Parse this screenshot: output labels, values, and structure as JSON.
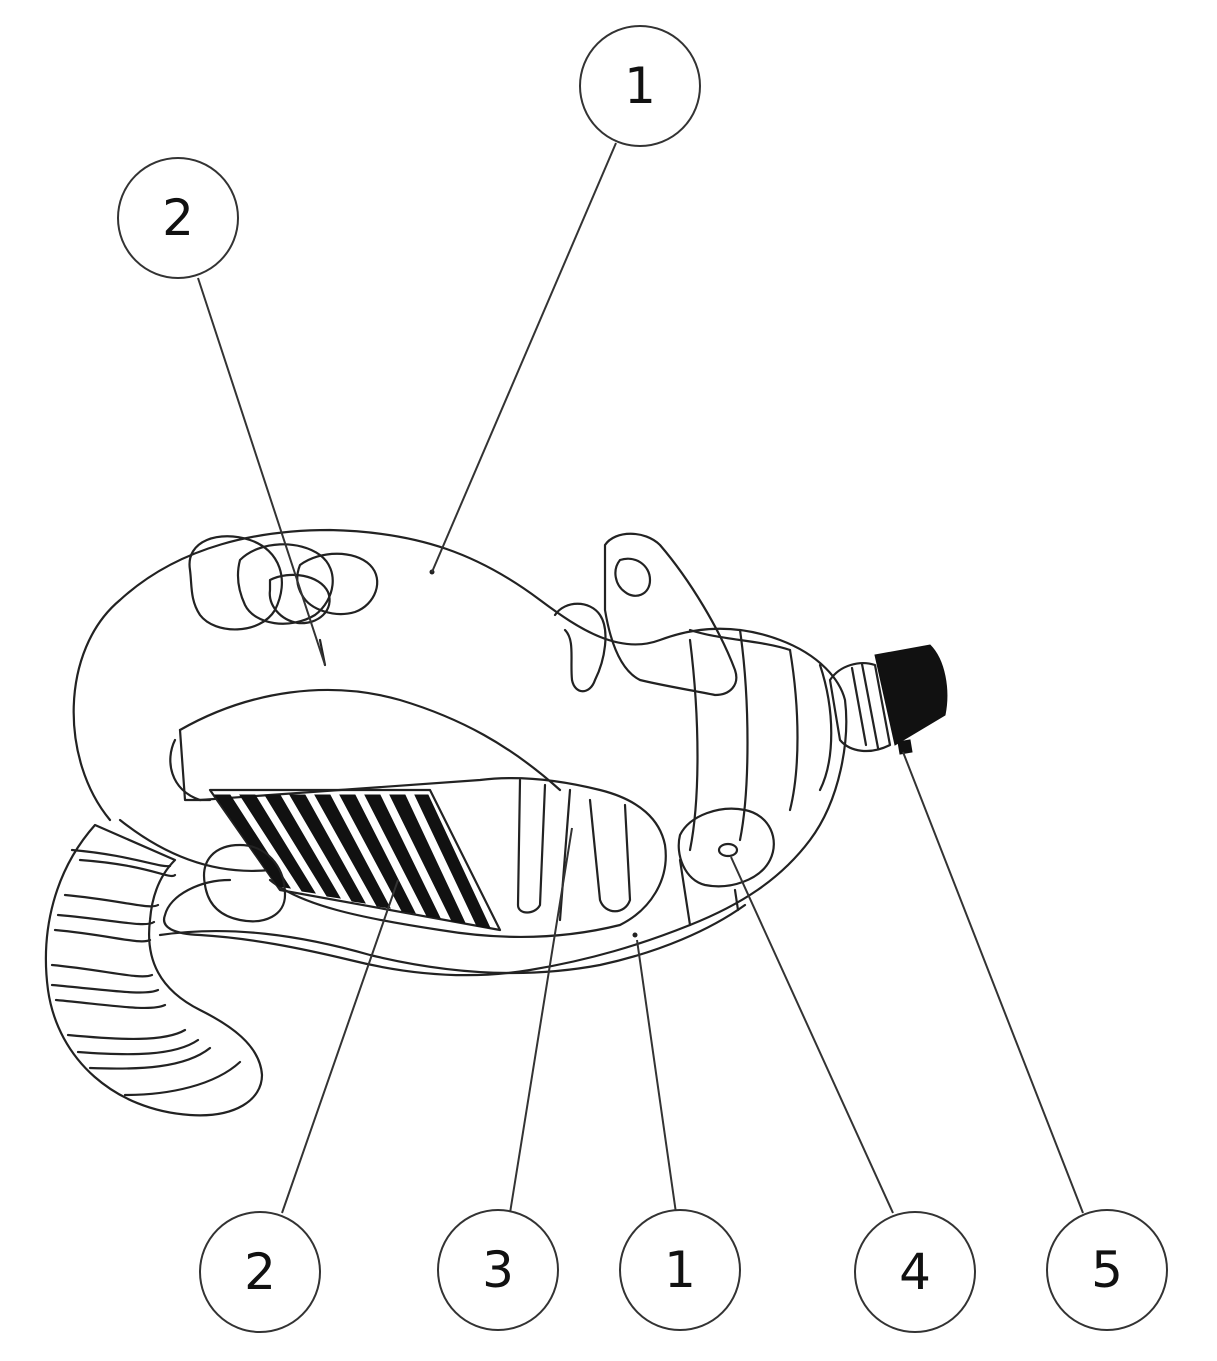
{
  "callouts": [
    {
      "id": "top-1",
      "label": "1"
    },
    {
      "id": "top-2",
      "label": "2"
    },
    {
      "id": "bottom-2",
      "label": "2"
    },
    {
      "id": "bottom-3",
      "label": "3"
    },
    {
      "id": "bottom-1",
      "label": "1"
    },
    {
      "id": "bottom-4",
      "label": "4"
    },
    {
      "id": "bottom-5",
      "label": "5"
    }
  ]
}
